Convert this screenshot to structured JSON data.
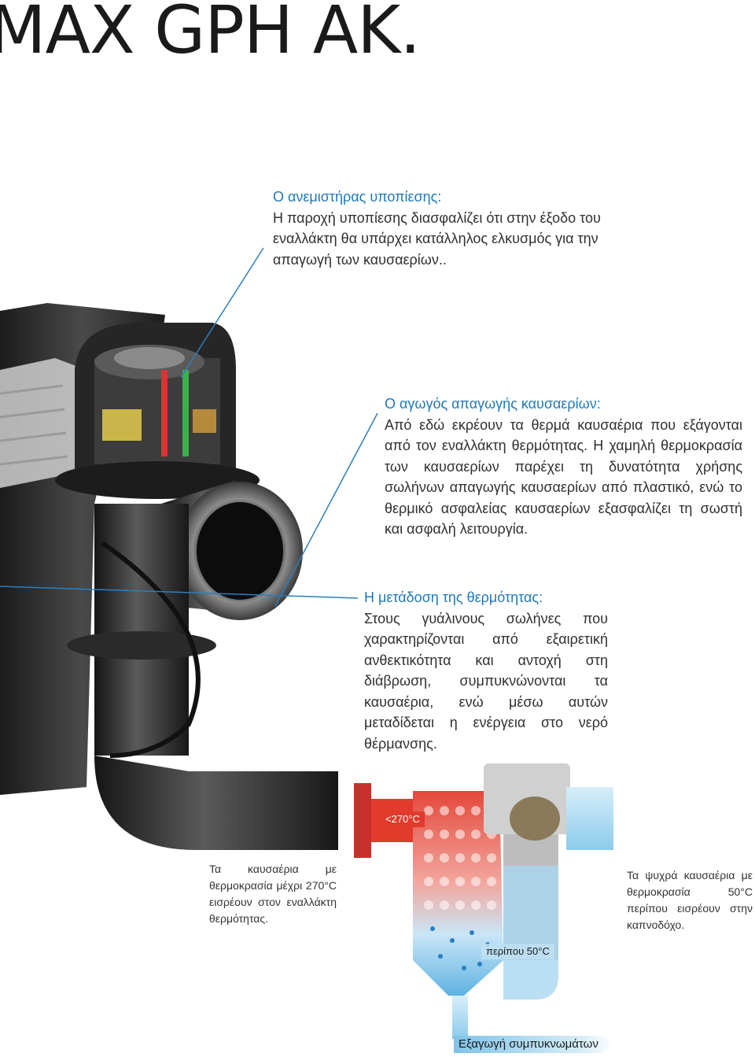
{
  "page": {
    "title": "MAX GPH AK."
  },
  "callouts": {
    "fan": {
      "heading": "Ο ανεμιστήρας υποπίεσης:",
      "body": "Η παροχή υποπίεσης διασφαλίζει ότι στην έξοδο του εναλλάκτη θα υπάρχει κατάλληλος ελκυσμός για την απαγωγή των καυσαερίων.."
    },
    "duct": {
      "heading": "Ο αγωγός απαγωγής καυσαερίων:",
      "body": "Από εδώ εκρέουν τα θερμά καυσαέρια που εξάγονται από τον εναλλάκτη θερμότητας. Η χαμηλή θερμοκρασία των καυσαερίων παρέχει τη δυνατότητα χρήσης σωλήνων απαγωγής καυσαερίων από πλαστικό, ενώ το θερμικό ασφαλείας καυσαερίων εξασφαλίζει τη σωστή και ασφαλή λειτουργία."
    },
    "heat_transfer": {
      "heading": "Η μετάδοση της θερμότητας:",
      "body": "Στους γυάλινους σωλήνες που χαρακτηρίζονται από εξαιρετική ανθεκτικότητα και αντοχή στη διάβρωση, συμπυκνώνονται τα καυσαέρια, ενώ μέσω αυτών μεταδίδεται η ενέργεια στο νερό θέρμανσης."
    }
  },
  "diagram": {
    "hot_inlet_text": "Τα καυσαέρια με θερμοκρασία μέχρι 270°C εισρέουν στον εναλλάκτη θερμότητας.",
    "cold_outlet_text": "Τα ψυχρά καυσαέρια με θερμοκρασία 50°C περίπου εισρέουν στην καπνοδόχο.",
    "hot_temp_label": "<270°C",
    "cold_temp_label": "περίπου 50°C",
    "condensate_label": "Εξαγωγή συμπυκνωμάτων"
  },
  "colors": {
    "accent_blue": "#1f78b8",
    "hot_red": "#e23a2c",
    "cold_blue": "#7fc3e8"
  }
}
